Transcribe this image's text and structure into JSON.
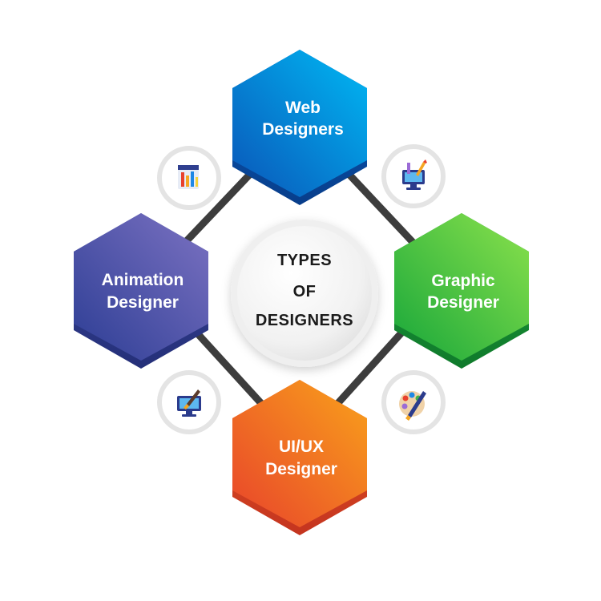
{
  "center": {
    "lines": [
      "TYPES",
      "OF",
      "DESIGNERS"
    ]
  },
  "hexagons": {
    "web": {
      "lines": [
        "Web",
        "Designers"
      ],
      "colors": [
        "#00b9f4",
        "#0a55b8"
      ]
    },
    "graphic": {
      "lines": [
        "Graphic",
        "Designer"
      ],
      "colors": [
        "#8ce24c",
        "#16a63a"
      ]
    },
    "uiux": {
      "lines": [
        "UI/UX",
        "Designer"
      ],
      "colors": [
        "#f9a21b",
        "#e8432b"
      ]
    },
    "animation": {
      "lines": [
        "Animation",
        "Designer"
      ],
      "colors": [
        "#7c72c2",
        "#2c3d94"
      ]
    }
  },
  "icons": {
    "top_left": "web-layout-icon",
    "top_right": "design-tools-monitor-icon",
    "bottom_right": "color-palette-brush-icon",
    "bottom_left": "monitor-brush-icon"
  },
  "colors": {
    "ring": "#3d3d3d",
    "circle_border": "#e4e4e4"
  }
}
